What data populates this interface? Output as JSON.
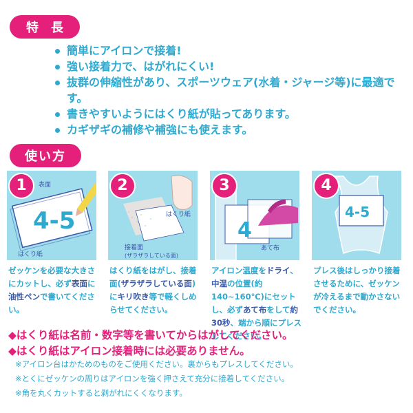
{
  "features": {
    "heading": "特長",
    "items": [
      "簡単にアイロンで接着!",
      "強い接着力で、はがれにくい!",
      "抜群の伸縮性があり、スポーツウェア(水着・ジャージ等)に最適です。",
      "書きやすいようにはくり紙が貼ってあります。",
      "カギザギの補修や補強にも使えます。"
    ]
  },
  "usage": {
    "heading": "使い方",
    "steps": [
      {
        "number": "1",
        "labels": {
          "surface": "表面",
          "paper": "はくり紙",
          "sample": "4-5"
        },
        "desc_parts": [
          "ゼッケンを必要な大きさにカットし、必ず",
          "表面",
          "に",
          "油性ペン",
          "で書いてください。"
        ]
      },
      {
        "number": "2",
        "labels": {
          "paper": "はくり紙",
          "adhesive": "接着面",
          "adhesive_note": "(ザラザラしている面)"
        },
        "desc_parts": [
          "はくり紙をはがし、接着面(",
          "ザラザラしている面",
          ")に",
          "キリ吹き",
          "等で軽くしめらせてください。"
        ]
      },
      {
        "number": "3",
        "labels": {
          "cloth": "あて布",
          "sample": "4"
        },
        "desc_parts": [
          "アイロン温度を",
          "ドライ",
          "、",
          "中温",
          "の位置(約140~160℃)にセットし、必ず",
          "あて布",
          "をして",
          "約30秒",
          "、端から順にプレスしてください。"
        ]
      },
      {
        "number": "4",
        "labels": {
          "sample": "4-5"
        },
        "desc_parts": [
          "プレス後はしっかり接着させるために、ゼッケンが冷えるまで動かさないでください。"
        ]
      }
    ]
  },
  "notes": {
    "important": [
      "◆はくり紙は名前・数字等を書いてからはがしてください。",
      "◆はくり紙はアイロン接着時には必要ありません。"
    ],
    "small": [
      "※アイロン台はかためのものをご使用ください。裏からもプレスしてください。",
      "※とくにゼッケンの周りはアイロンを強く押さえて充分に接着してください。",
      "※角を丸くカットすると剥がれにくくなります。"
    ]
  },
  "colors": {
    "accent_pink": "#e4207a",
    "accent_blue": "#2ea9cf",
    "text_navy": "#3a5aa8",
    "panel_blue": "#9fdcec"
  }
}
